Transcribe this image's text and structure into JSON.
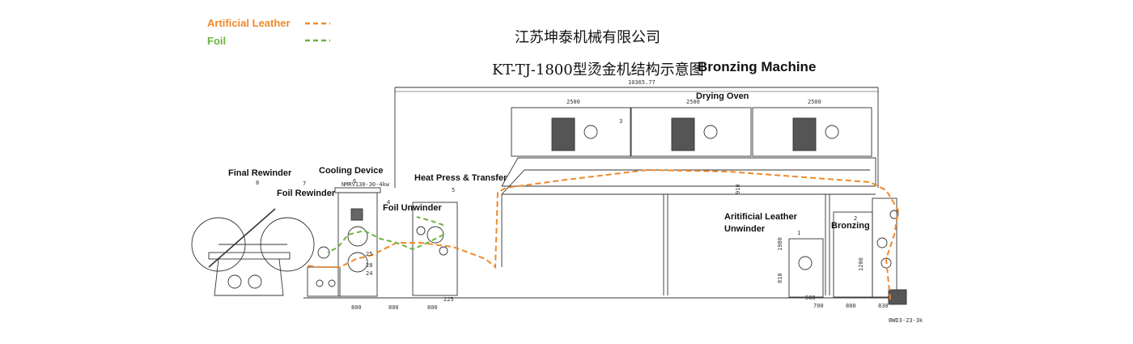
{
  "legend": {
    "items": [
      {
        "label": "Artificial Leather",
        "color": "#f0892b"
      },
      {
        "label": "Foil",
        "color": "#6db33f"
      }
    ]
  },
  "title": {
    "company": "江苏坤泰机械有限公司",
    "model": "KT-TJ-1800型烫金机结构示意图",
    "english": "Bronzing Machine"
  },
  "labels": {
    "final_rewinder": "Final Rewinder",
    "cooling_device": "Cooling Device",
    "foil_rewinder": "Foil Rewinder",
    "heat_press": "Heat Press & Transfer",
    "foil_unwinder": "Foil Unwinder",
    "drying_oven": "Drying Oven",
    "leather_unwinder_1": "Aritificial Leather",
    "leather_unwinder_2": "Unwinder",
    "bronzing": "Bronzing"
  },
  "dimensions": {
    "total_length": "10365.77",
    "oven_1": "2500",
    "oven_2": "2500",
    "oven_3": "2500",
    "bottom_1": "800",
    "bottom_2": "800",
    "bottom_3": "800",
    "bottom_4": "225",
    "right_1": "580",
    "right_2": "700",
    "right_3": "800",
    "right_4": "830",
    "motor_code": "NMRV130-30-4kw",
    "motor_code_2": "BWD3-23-3k",
    "num_6": "6",
    "num_7": "7",
    "num_8": "8",
    "num_25": "25",
    "num_28": "28",
    "num_24": "24",
    "num_5": "5",
    "num_4": "4",
    "num_3": "3",
    "num_2": "2",
    "num_1": "1",
    "v_1980": "1980",
    "v_1200": "1200",
    "v_810": "810",
    "v_910": "910"
  }
}
